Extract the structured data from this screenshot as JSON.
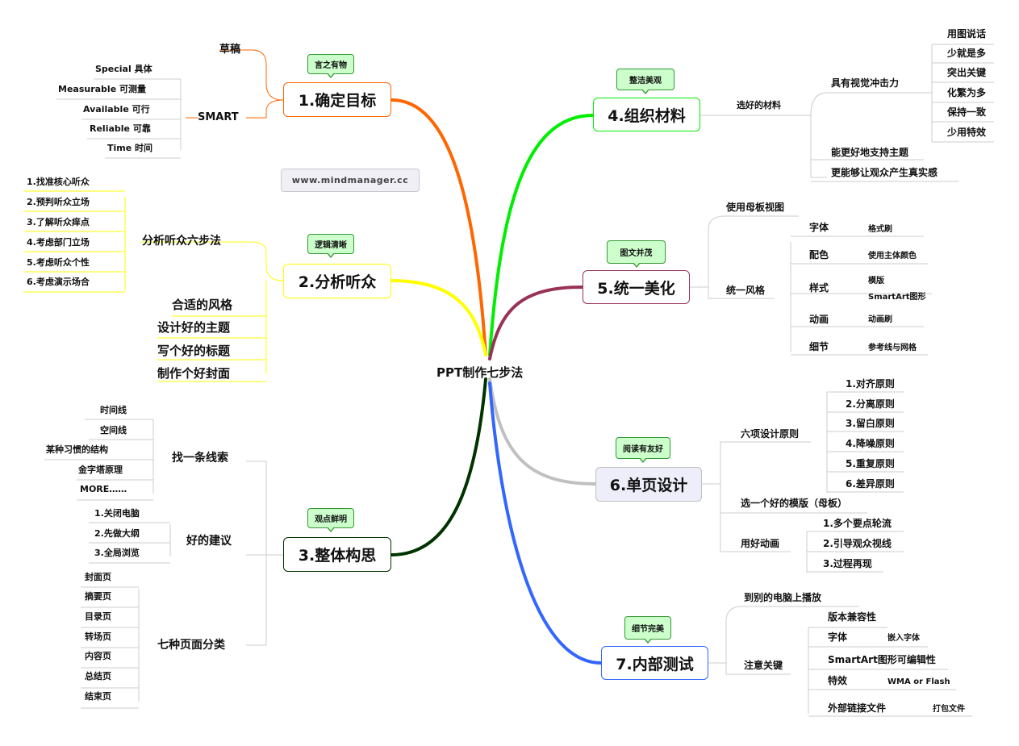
{
  "center": "PPT制作七步法",
  "watermark": "www.mindmanager.cc",
  "colors": {
    "b1": "#ff6600",
    "b2": "#ffff00",
    "b3": "#003300",
    "b4": "#00ee00",
    "b5": "#993355",
    "b6": "#c0c0c0",
    "b7": "#3366ff"
  },
  "branches": {
    "b1": {
      "title": "1.确定目标",
      "callout": "言之有物",
      "draft": "草稿",
      "smart": "SMART",
      "smart_items": [
        "Special 具体",
        "Measurable 可测量",
        "Available 可行",
        "Reliable 可靠",
        "Time 时间"
      ]
    },
    "b2": {
      "title": "2.分析听众",
      "callout": "逻辑清晰",
      "six": "分析听众六步法",
      "six_items": [
        "1.找准核心听众",
        "2.预判听众立场",
        "3.了解听众痒点",
        "4.考虑部门立场",
        "5.考虑听众个性",
        "6.考虑演示场合"
      ],
      "items": [
        "合适的风格",
        "设计好的主题",
        "写个好的标题",
        "制作个好封面"
      ]
    },
    "b3": {
      "title": "3.整体构思",
      "callout": "观点鲜明",
      "clue": "找一条线索",
      "clue_items": [
        "时间线",
        "空间线",
        "某种习惯的结构",
        "金字塔原理",
        "MORE……"
      ],
      "advice": "好的建议",
      "advice_items": [
        "1.关闭电脑",
        "2.先做大纲",
        "3.全局浏览"
      ],
      "pages": "七种页面分类",
      "page_items": [
        "封面页",
        "摘要页",
        "目录页",
        "转场页",
        "内容页",
        "总结页",
        "结束页"
      ]
    },
    "b4": {
      "title": "4.组织材料",
      "callout": "整洁美观",
      "mat": "选好的材料",
      "impact": "具有视觉冲击力",
      "impact_items": [
        "用图说话",
        "少就是多",
        "突出关键",
        "化繁为多",
        "保持一致",
        "少用特效"
      ],
      "support": "能更好地支持主题",
      "real": "更能够让观众产生真实感"
    },
    "b5": {
      "title": "5.统一美化",
      "callout": "图文并茂",
      "master": "使用母板视图",
      "unify": "统一风格",
      "styles": [
        {
          "k": "字体",
          "v": [
            "格式刷"
          ]
        },
        {
          "k": "配色",
          "v": [
            "使用主体颜色"
          ]
        },
        {
          "k": "样式",
          "v": [
            "模版",
            "SmartArt图形"
          ]
        },
        {
          "k": "动画",
          "v": [
            "动画刷"
          ]
        },
        {
          "k": "细节",
          "v": [
            "参考线与网格"
          ]
        }
      ]
    },
    "b6": {
      "title": "6.单页设计",
      "callout": "阅读有友好",
      "six": "六项设计原则",
      "six_items": [
        "1.对齐原则",
        "2.分离原则",
        "3.留白原则",
        "4.降噪原则",
        "5.重复原则",
        "6.差异原则"
      ],
      "tpl": "选一个好的模版（母板）",
      "anim": "用好动画",
      "anim_items": [
        "1.多个要点轮流",
        "2.引导观众视线",
        "3.过程再现"
      ]
    },
    "b7": {
      "title": "7.内部测试",
      "callout": "细节完美",
      "other": "到别的电脑上播放",
      "key": "注意关键",
      "keys": [
        {
          "k": "版本兼容性",
          "v": ""
        },
        {
          "k": "字体",
          "v": "嵌入字体"
        },
        {
          "k": "SmartArt图形可编辑性",
          "v": ""
        },
        {
          "k": "特效",
          "v": "WMA or Flash"
        },
        {
          "k": "外部链接文件",
          "v": "打包文件"
        }
      ]
    }
  }
}
